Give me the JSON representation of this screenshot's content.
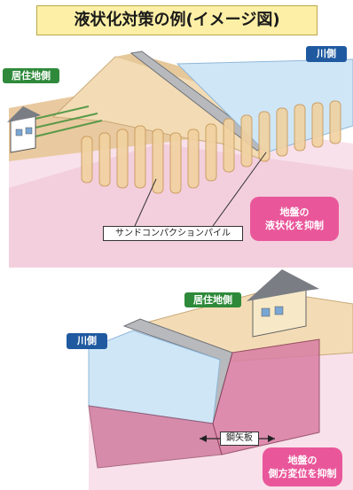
{
  "title": "液状化対策の例(イメージ図)",
  "top": {
    "residential_label": "居住地側",
    "river_label": "川側",
    "pile_label": "サンドコンパクションパイル",
    "callout_line1": "地盤の",
    "callout_line2": "液状化を抑制"
  },
  "bottom": {
    "residential_label": "居住地側",
    "river_label": "川側",
    "sheet_label": "鋼矢板",
    "callout_line1": "地盤の",
    "callout_line2": "側方変位を抑制"
  },
  "colors": {
    "title_bg": "#fdf0a6",
    "green_tag": "#2e8a3a",
    "blue_tag": "#1f5aa0",
    "callout": "#e9579a",
    "ground_pink": "#f6dbe6",
    "water_blue": "#cfe6f6",
    "embankment": "#f3dcb5"
  }
}
